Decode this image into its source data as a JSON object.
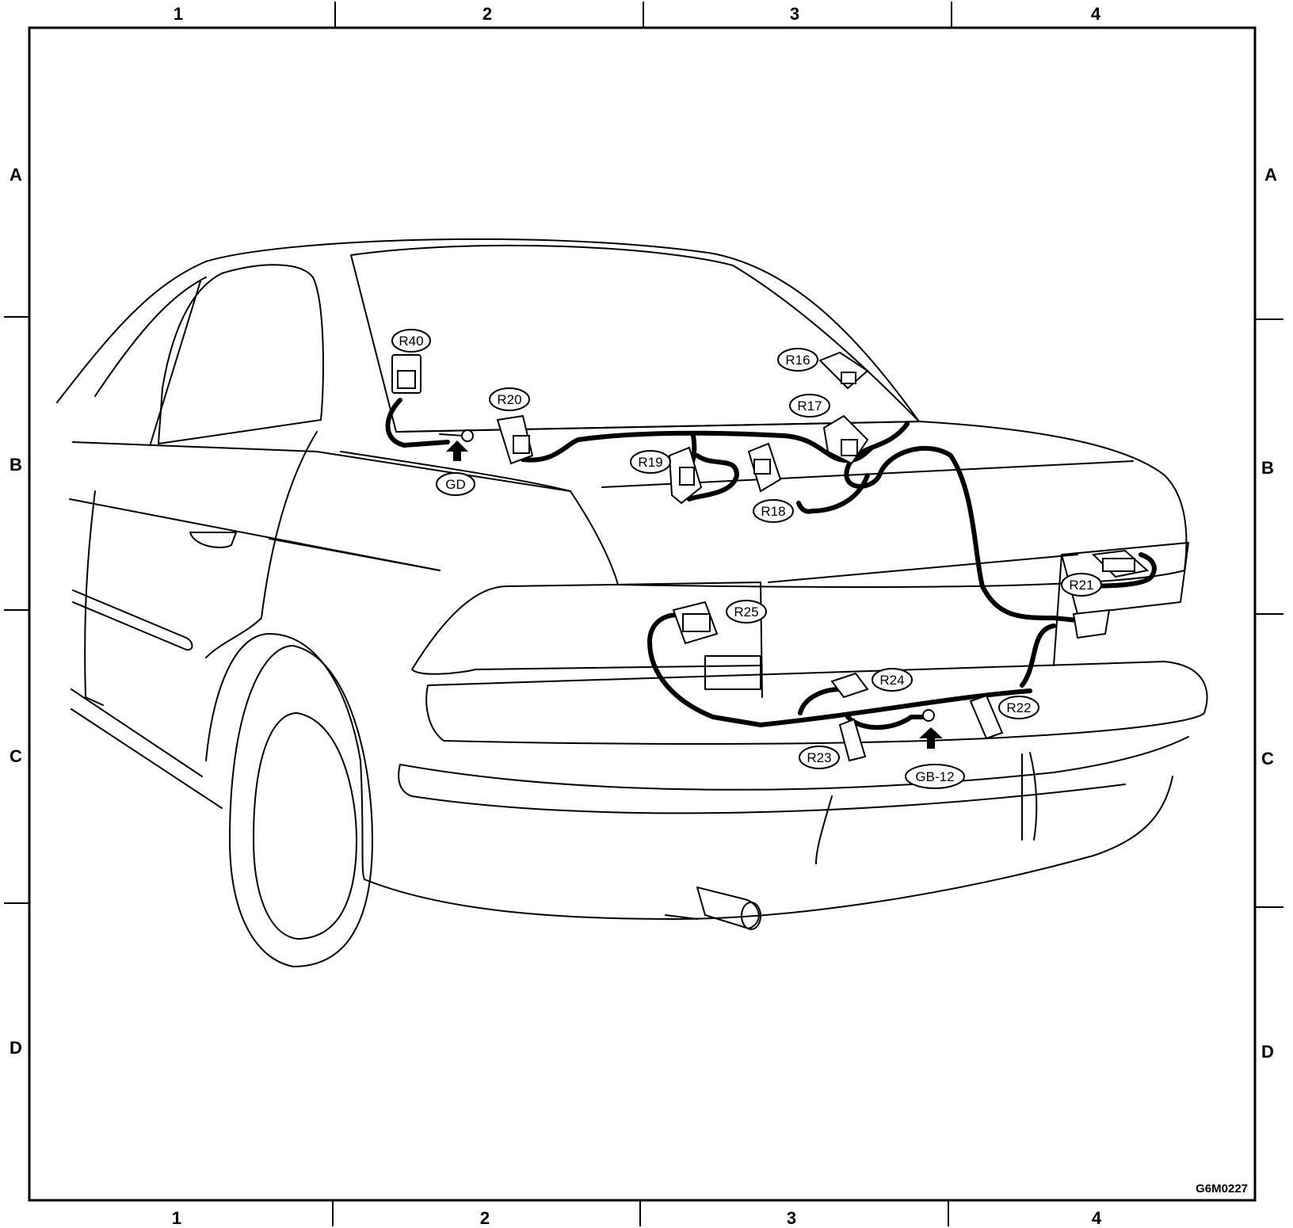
{
  "grid": {
    "columns": [
      "1",
      "2",
      "3",
      "4"
    ],
    "rows": [
      "A",
      "B",
      "C",
      "D"
    ]
  },
  "callouts": {
    "r40": "R40",
    "r20": "R20",
    "gd": "GD",
    "r16": "R16",
    "r17": "R17",
    "r19": "R19",
    "r18": "R18",
    "r21": "R21",
    "r25": "R25",
    "r24": "R24",
    "r22": "R22",
    "r23": "R23",
    "gb12": "GB-12"
  },
  "figure_code": "G6M0227"
}
